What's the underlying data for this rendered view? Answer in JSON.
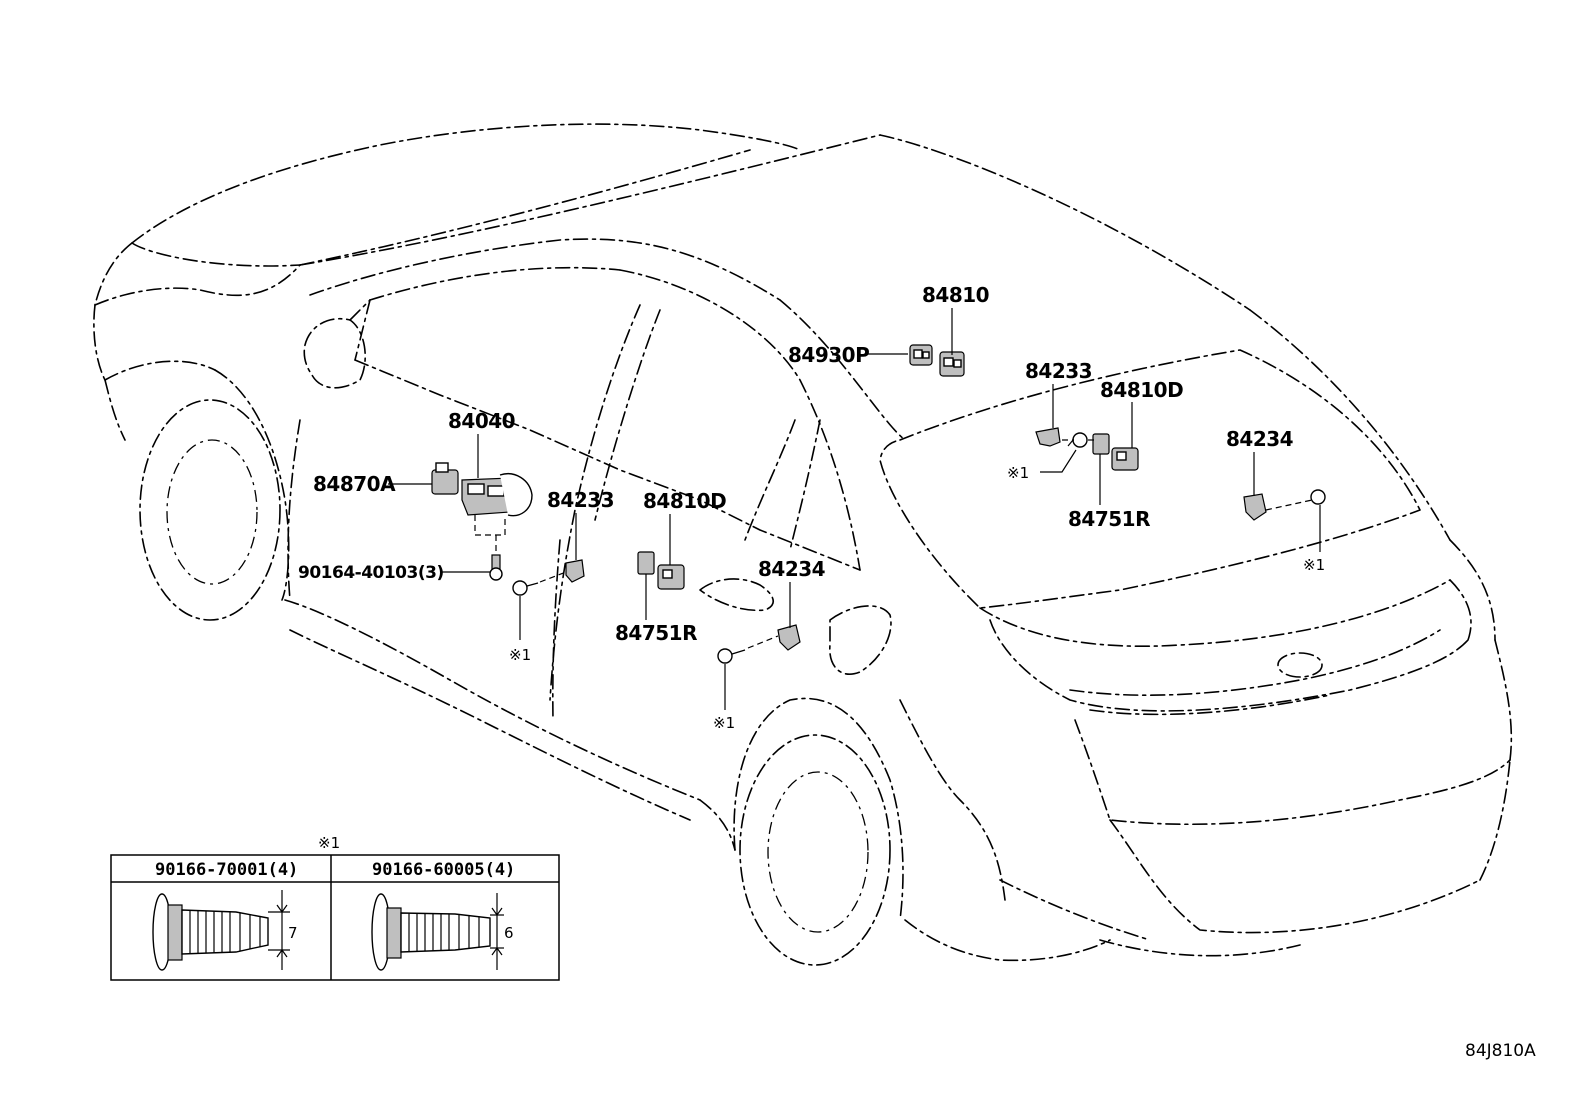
{
  "callouts": {
    "p84810_top": "84810",
    "p84930P": "84930P",
    "p84233_right": "84233",
    "p84810D_right": "84810D",
    "p84234_right": "84234",
    "p84751R_right": "84751R",
    "p84040": "84040",
    "p84870A": "84870A",
    "p84233_left": "84233",
    "p84810D_left": "84810D",
    "p84234_left": "84234",
    "p84751R_left": "84751R",
    "p90164": "90164-40103(3)",
    "note_a": "※1",
    "note_b": "※1",
    "note_c": "※1",
    "note_d": "※1"
  },
  "fastener_table": {
    "note_ref": "※1",
    "columns": [
      {
        "part_no": "90166-70001(4)",
        "dimension": "7"
      },
      {
        "part_no": "90166-60005(4)",
        "dimension": "6"
      }
    ]
  },
  "diagram_code": "84J810A"
}
